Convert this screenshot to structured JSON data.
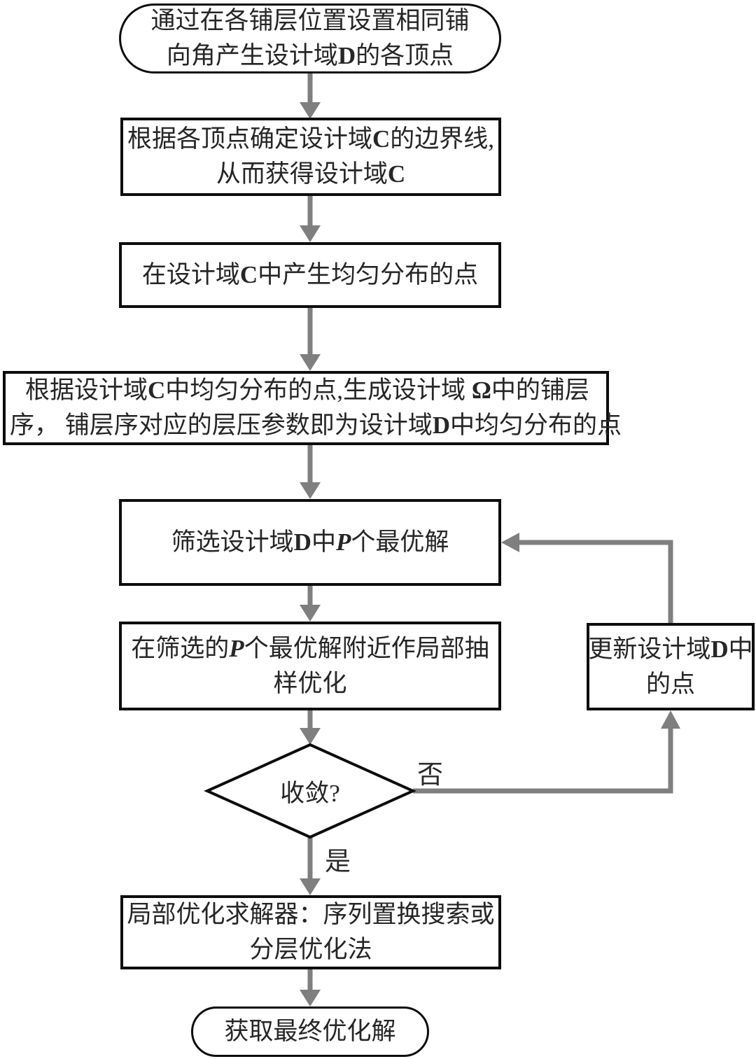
{
  "diagram": {
    "nodes": {
      "start": {
        "lines": [
          "通过在各铺层位置设置相同铺",
          "向角产生设计域**D**的各顶点"
        ]
      },
      "define_boundary": {
        "lines": [
          "根据各顶点确定设计域**C**的边界线,",
          "从而获得设计域**C**"
        ]
      },
      "uniform_points": {
        "lines": [
          "在设计域**C**中产生均匀分布的点"
        ]
      },
      "generate_sequence": {
        "lines": [
          "根据设计域**C**中均匀分布的点,生成设计域 **Ω**中的铺层",
          "序， 铺层序对应的层压参数即为设计域**D**中均匀分布的点"
        ]
      },
      "select_best": {
        "lines": [
          "筛选设计域**D**中*P*个最优解"
        ]
      },
      "local_sampling": {
        "lines": [
          "在筛选的*P*个最优解附近作局部抽",
          "样优化"
        ]
      },
      "update_points": {
        "lines": [
          "更新设计域**D**中",
          "的点"
        ]
      },
      "converge": {
        "lines": [
          "收敛?"
        ]
      },
      "local_solver": {
        "lines": [
          "局部优化求解器：序列置换搜索或",
          "分层优化法"
        ]
      },
      "end": {
        "lines": [
          "获取最终优化解"
        ]
      }
    },
    "labels": {
      "no": "否",
      "yes": "是"
    },
    "colors": {
      "arrow": "#7f7f7f",
      "border": "#0d0d0d",
      "text": "#262626",
      "background": "#ffffff"
    }
  }
}
